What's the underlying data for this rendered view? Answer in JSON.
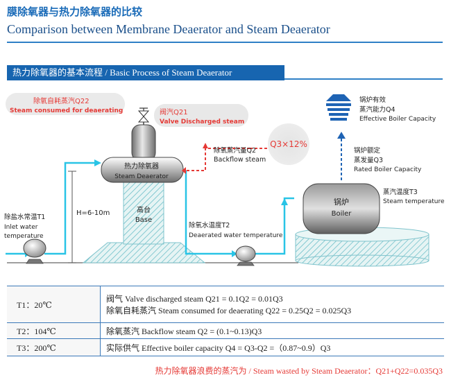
{
  "header": {
    "title_cn": "膜除氧器与热力除氧器的比较",
    "title_en": "Comparison between Membrane Deaerator and Steam Deaerator"
  },
  "section": {
    "label_cn": "热力除氧器的基本流程",
    "separator": " / ",
    "label_en": "Basic Process of Steam Deaerator"
  },
  "diagram": {
    "q22_cn": "除氧自耗蒸汽Q22",
    "q22_en": "Steam consumed for deaerating",
    "q21_cn": "阀汽Q21",
    "q21_en": "Valve Discharged steam",
    "deaerator_cn": "热力除氧器",
    "deaerator_en": "Steam Deaerator",
    "backflow_cn": "除氧蒸汽量Q2",
    "backflow_en": "Backflow steam",
    "q3_ratio": "Q3×12%",
    "height_label": "H=6-10m",
    "base_cn": "高台",
    "base_en": "Base",
    "inlet_cn": "除盐水常温T1",
    "inlet_en_1": "Inlet water",
    "inlet_en_2": "temperature",
    "t2_cn": "除氧水温度T2",
    "t2_en": "Deaerated water temperature",
    "boiler_cn": "锅炉",
    "boiler_en": "Boiler",
    "t3_cn": "蒸汽温度T3",
    "t3_en": "Steam temperature",
    "q4_cn_1": "锅炉有效",
    "q4_cn_2": "蒸汽能力Q4",
    "q4_en": "Effective Boiler Capacity",
    "q3_cn_1": "锅炉额定",
    "q3_cn_2": "蒸发量Q3",
    "q3_en": "Rated Boiler Capacity"
  },
  "table": {
    "rows": [
      {
        "label": "T1：20℃",
        "line1_cn": "阀气",
        "line1_en": " Valve discharged steam Q21 = 0.1Q2 = 0.01Q3",
        "line2_cn": "除氧自耗蒸汽",
        "line2_en": " Steam consumed for deaerating Q22 = 0.25Q2 = 0.025Q3"
      },
      {
        "label": "T2：104℃",
        "line1_cn": "除氧蒸汽",
        "line1_en": " Backflow steam Q2 = (0.1~0.13)Q3"
      },
      {
        "label": "T3：200℃",
        "line1_cn": "实际供气",
        "line1_en": " Effective boiler capacity Q4 = Q3-Q2 =（0.87~0.9）Q3"
      }
    ]
  },
  "footer": {
    "text_cn": "热力除氧器浪费的蒸汽为",
    "separator": " / ",
    "text_en": "Steam wasted by Steam Deaerator：Q21+Q22=0.035Q3"
  },
  "colors": {
    "brand_blue": "#1765b0",
    "water_cyan": "#29c4e6",
    "steam_red": "#e53935",
    "steam_blue": "#1e63b4"
  }
}
